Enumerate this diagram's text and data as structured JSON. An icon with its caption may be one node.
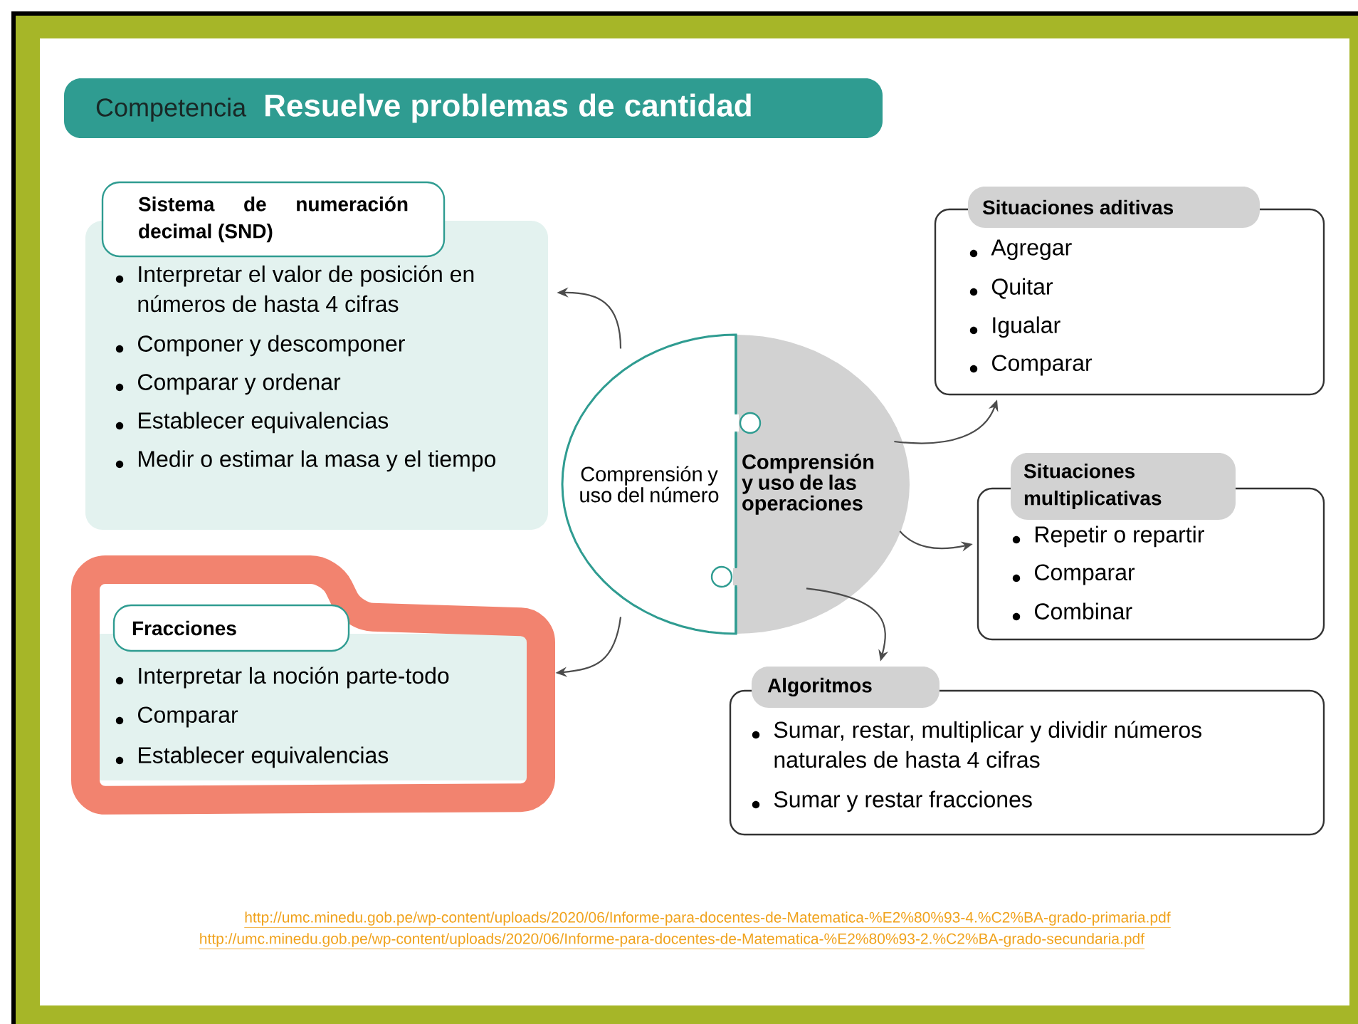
{
  "diagram": {
    "nodes": [
      {
        "text": [
          "Competencia",
          "Resuelve problemas de cantidad"
        ]
      },
      {
        "text": [
          "Sistema de numeración decimal (SND)",
          "Interpretar el valor de posición en números de hasta 4 cifras",
          "Componer y descomponer",
          "Comparar y ordenar",
          "Establecer equivalencias",
          "Medir o estimar la masa y el tiempo"
        ]
      },
      {
        "text": [
          "Fracciones",
          "Interpretar la noción parte-todo",
          "Comparar",
          "Establecer equivalencias"
        ]
      },
      {
        "text": [
          "Comprensión y uso del número"
        ]
      },
      {
        "text": [
          "Comprensión y uso de las operaciones"
        ]
      },
      {
        "text": [
          "Situaciones aditivas",
          "Agregar",
          "Quitar",
          "Igualar",
          "Comparar"
        ]
      },
      {
        "text": [
          "Situaciones multiplicativas",
          "Repetir o repartir",
          "Comparar",
          "Combinar"
        ]
      },
      {
        "text": [
          "Algoritmos",
          "Sumar, restar, multiplicar y dividir números naturales de hasta 4 cifras",
          "Sumar y restar fracciones"
        ]
      }
    ],
    "edges": [
      {
        "from": 3,
        "to": 1,
        "arrow": "to"
      },
      {
        "from": 3,
        "to": 2,
        "arrow": "to"
      },
      {
        "from": 4,
        "to": 5,
        "arrow": "to"
      },
      {
        "from": 4,
        "to": 6,
        "arrow": "to"
      },
      {
        "from": 4,
        "to": 7,
        "arrow": "to"
      }
    ],
    "labels": [
      "http://umc.minedu.gob.pe/wp-content/uploads/2020/06/Informe-para-docentes-de-Matematica-%E2%80%93-4.%C2%BA-grado-primaria.pdf",
      "http://umc.minedu.gob.pe/wp-content/uploads/2020/06/Informe-para-docentes-de-Matematica-%E2%80%93-2.%C2%BA-grado-secundaria.pdf"
    ]
  }
}
